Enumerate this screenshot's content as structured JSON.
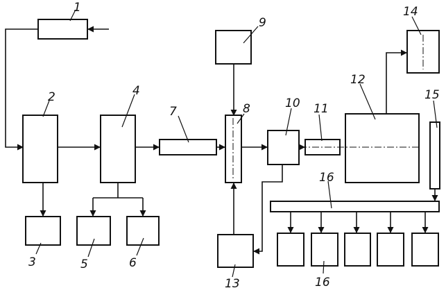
{
  "labels": {
    "b1": "1",
    "b2": "2",
    "b3": "3",
    "b4": "4",
    "b5": "5",
    "b6": "6",
    "b7": "7",
    "b8": "8",
    "b9": "9",
    "b10": "10",
    "b11": "11",
    "b12": "12",
    "b13": "13",
    "b14": "14",
    "b15": "15",
    "b16": "16",
    "b16b": "16"
  }
}
